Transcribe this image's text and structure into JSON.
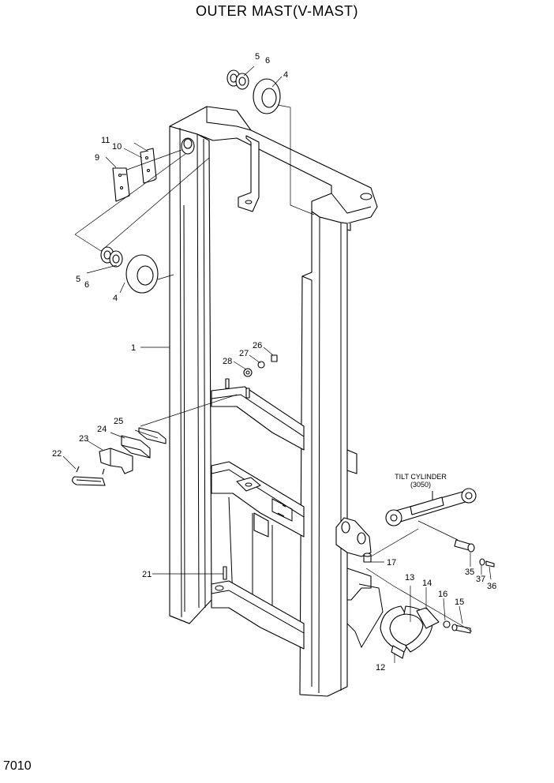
{
  "diagram": {
    "title": "OUTER MAST(V-MAST)",
    "page_number": "7010",
    "callouts": {
      "c1": "1",
      "c4a": "4",
      "c4b": "4",
      "c5a": "5",
      "c5b": "5",
      "c6a": "6",
      "c6b": "6",
      "c9": "9",
      "c10": "10",
      "c11": "11",
      "c12": "12",
      "c13": "13",
      "c14": "14",
      "c15": "15",
      "c16": "16",
      "c17": "17",
      "c21": "21",
      "c22": "22",
      "c23": "23",
      "c24": "24",
      "c25": "25",
      "c26": "26",
      "c27": "27",
      "c28": "28",
      "c35": "35",
      "c36": "36",
      "c37": "37"
    },
    "notes": {
      "tilt_cylinder": "TILT CYLINDER",
      "tilt_cylinder_ref": "(3050)"
    }
  }
}
